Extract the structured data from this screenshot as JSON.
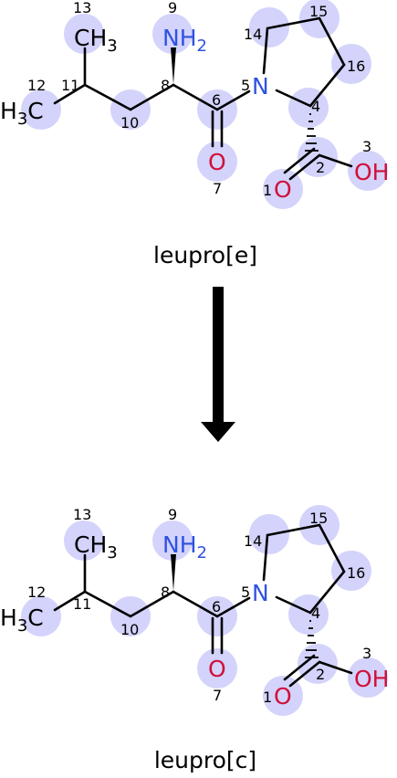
{
  "colors": {
    "highlight": "#d3d3fb",
    "bond": "#000000",
    "nitrogen": "#2f52e0",
    "oxygen": "#d0103a",
    "arrow": "#000000"
  },
  "top": {
    "caption": "leupro[e]",
    "atoms": {
      "c13": {
        "main": "CH",
        "sub": "3"
      },
      "n9": {
        "main": "NH",
        "sub": "2"
      },
      "c12": {
        "pre": "H",
        "sub": "3",
        "post": "C"
      },
      "n5": "N",
      "o7": "O",
      "o1": "O",
      "o3": "OH"
    },
    "numbers": {
      "n1": "1",
      "n2": "2",
      "n3": "3",
      "n4": "4",
      "n5": "5",
      "n6": "6",
      "n7": "7",
      "n8": "8",
      "n9": "9",
      "n10": "10",
      "n11": "11",
      "n12": "12",
      "n13": "13",
      "n14": "14",
      "n15": "15",
      "n16": "16"
    }
  },
  "bottom": {
    "caption": "leupro[c]",
    "atoms": {
      "c13": {
        "main": "CH",
        "sub": "3"
      },
      "n9": {
        "main": "NH",
        "sub": "2"
      },
      "c12": {
        "pre": "H",
        "sub": "3",
        "post": "C"
      },
      "n5": "N",
      "o7": "O",
      "o1": "O",
      "o3": "OH"
    },
    "numbers": {
      "n1": "1",
      "n2": "2",
      "n3": "3",
      "n4": "4",
      "n5": "5",
      "n6": "6",
      "n7": "7",
      "n8": "8",
      "n9": "9",
      "n10": "10",
      "n11": "11",
      "n12": "12",
      "n13": "13",
      "n14": "14",
      "n15": "15",
      "n16": "16"
    }
  }
}
